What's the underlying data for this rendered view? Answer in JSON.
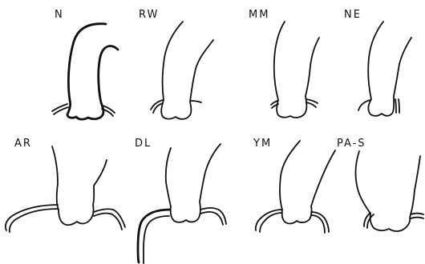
{
  "panels": [
    {
      "id": "N",
      "label": "N"
    },
    {
      "id": "RW",
      "label": "RW"
    },
    {
      "id": "MM",
      "label": "MM"
    },
    {
      "id": "NE",
      "label": "NE"
    },
    {
      "id": "AR",
      "label": "AR"
    },
    {
      "id": "DL",
      "label": "DL"
    },
    {
      "id": "YM",
      "label": "YM"
    },
    {
      "id": "PA-S",
      "label": "PA-S"
    }
  ]
}
